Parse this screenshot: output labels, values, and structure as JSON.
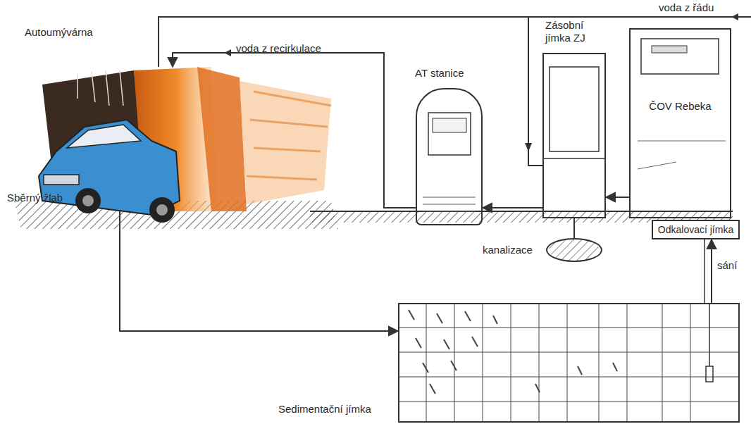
{
  "diagram": {
    "nodes": [
      {
        "text": [
          "Autoumývárna"
        ]
      },
      {
        "text": [
          "AT stanice"
        ]
      },
      {
        "text": [
          "Zásobní jímka ZJ"
        ]
      },
      {
        "text": [
          "ČOV Rebeka"
        ]
      },
      {
        "text": [
          "Odkalovací jímka"
        ]
      },
      {
        "text": [
          "kanalizace"
        ]
      },
      {
        "text": [
          "Sedimentační jímka"
        ]
      }
    ],
    "edges": [
      {
        "from": 1,
        "to": 0,
        "arrow": "to",
        "label": "voda z recirkulace"
      },
      {
        "from": 2,
        "to": 1,
        "arrow": "to"
      },
      {
        "from": 3,
        "to": 2,
        "arrow": "to"
      },
      {
        "from": 2,
        "to": 5,
        "arrow": "none"
      },
      {
        "from": 0,
        "to": 6,
        "arrow": "to"
      },
      {
        "from": 6,
        "to": 4,
        "arrow": "to",
        "label": "sání"
      }
    ],
    "labels": [
      "voda z řádu",
      "Sběrný žlab"
    ]
  }
}
